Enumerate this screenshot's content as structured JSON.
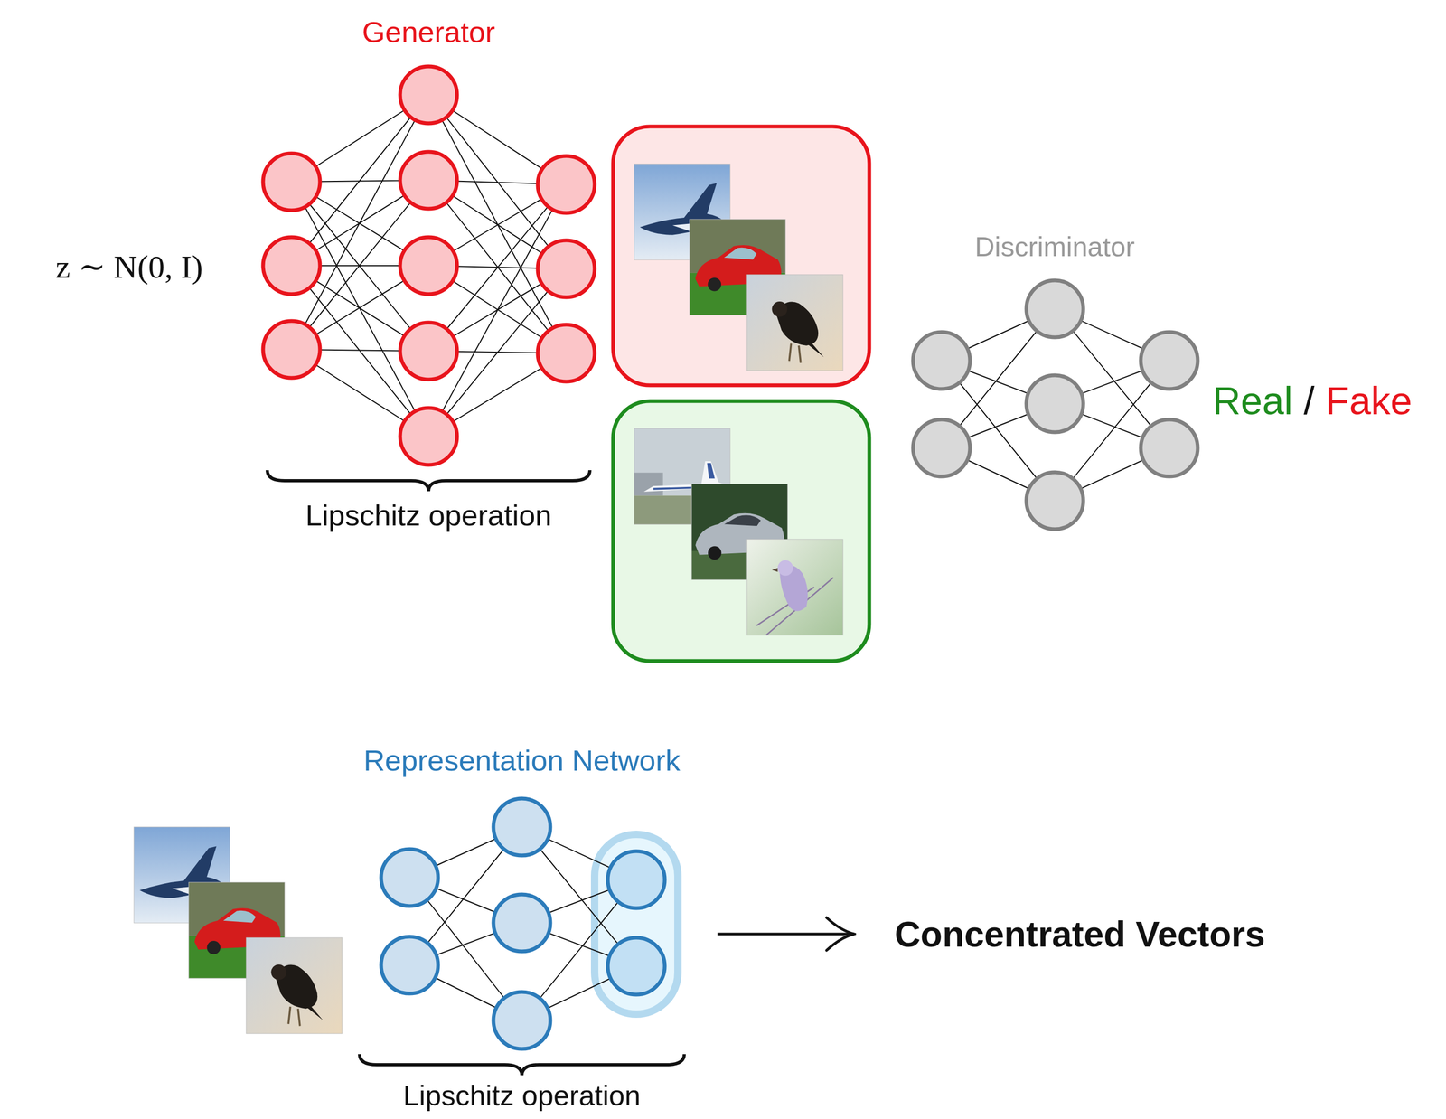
{
  "diagram": {
    "nodes": [
      {
        "text": [
          "Generator",
          "Lipschitz operation"
        ]
      },
      {
        "text": [
          "Discriminator"
        ]
      },
      {
        "text": [
          "Representation Network",
          "Lipschitz operation"
        ]
      },
      {
        "text": [
          "Concentrated Vectors"
        ]
      }
    ],
    "edges": [
      {
        "from": 2,
        "to": 3,
        "arrow": "to"
      }
    ],
    "labels": [
      "z ∼ N(0, I)",
      "Real",
      "/",
      "Fake"
    ]
  }
}
